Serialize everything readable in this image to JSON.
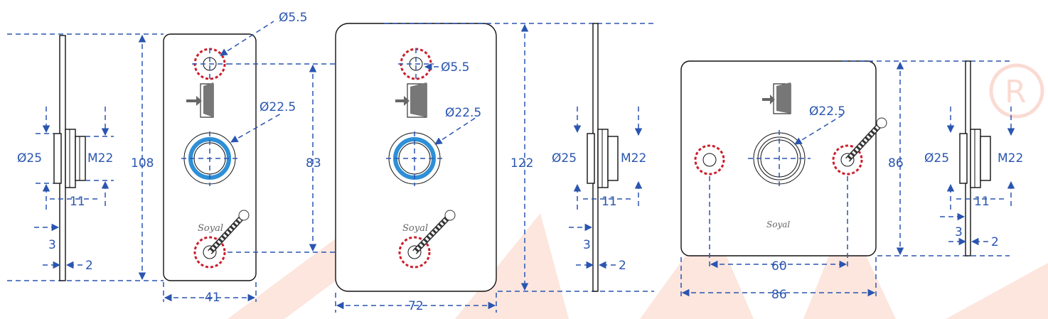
{
  "labels": {
    "left_side": {
      "d25": "Ø25",
      "m22": "M22",
      "l11": "11",
      "l3": "3",
      "l2": "2",
      "h108": "108"
    },
    "plate_small": {
      "hole": "Ø5.5",
      "button": "Ø22.5",
      "width": "41"
    },
    "plate_tall": {
      "hole": "Ø5.5",
      "button": "Ø22.5",
      "h83": "83",
      "h122": "122",
      "width": "72",
      "logo": "Soyal"
    },
    "mid_side": {
      "d25": "Ø25",
      "m22": "M22",
      "l11": "11",
      "l3": "3",
      "l2": "2"
    },
    "plate_square": {
      "button": "Ø22.5",
      "h86": "86",
      "spacing": "60",
      "width": "86",
      "logo": "Soyal"
    },
    "right_side": {
      "d25": "Ø25",
      "m22": "M22",
      "l11": "11",
      "l3": "3",
      "l2": "2"
    },
    "small_logo": "Soyal"
  },
  "colors": {
    "dimension": "#2a55b0",
    "marker": "#cc1e2b",
    "button_ring": "#2e8fd6",
    "watermark": "#fbe0d4"
  },
  "icons": [
    "exit-door-icon",
    "screw-icon",
    "registered-mark-icon"
  ]
}
